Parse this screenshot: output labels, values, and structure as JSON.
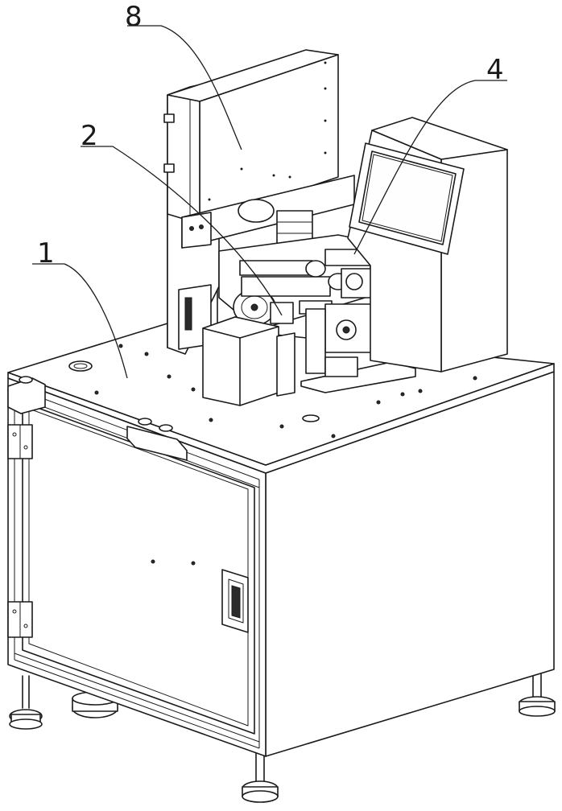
{
  "callouts": [
    {
      "id": "part-8",
      "label": "8"
    },
    {
      "id": "part-2",
      "label": "2"
    },
    {
      "id": "part-4",
      "label": "4"
    },
    {
      "id": "part-1",
      "label": "1"
    }
  ]
}
